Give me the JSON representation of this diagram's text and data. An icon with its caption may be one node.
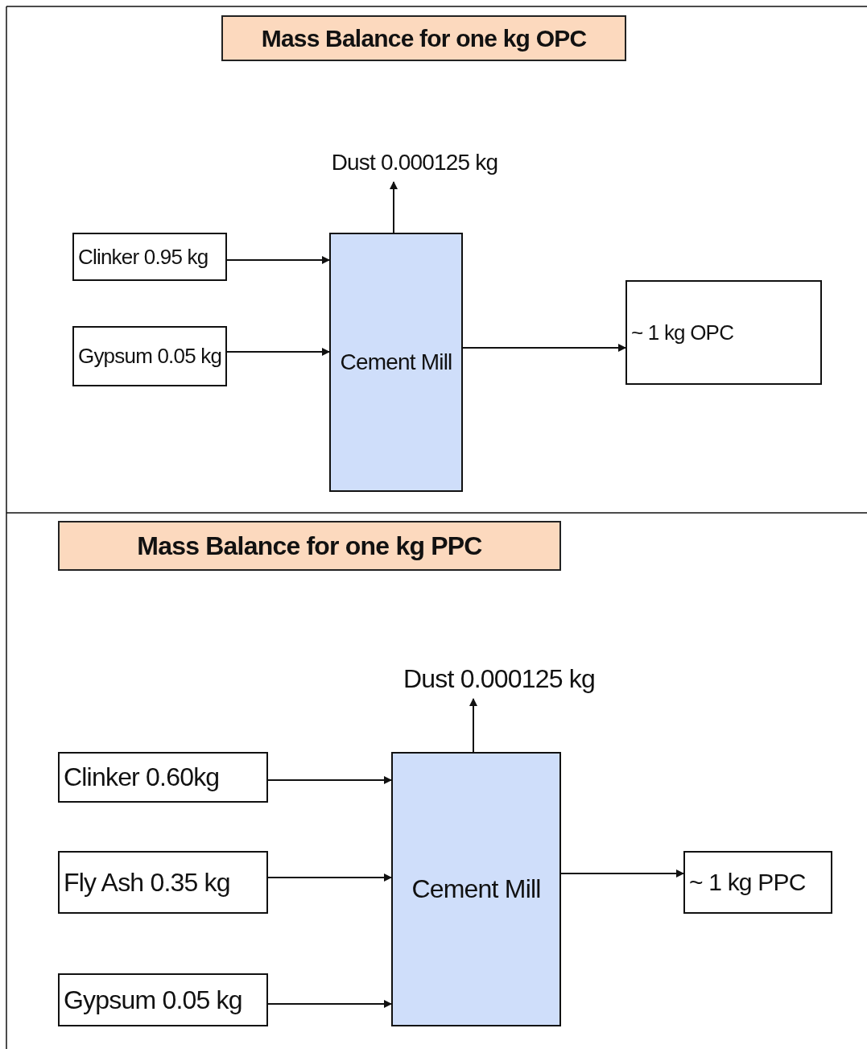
{
  "diagram": {
    "nodes": [
      {
        "text": [
          "Mass Balance for one kg OPC"
        ]
      },
      {
        "text": [
          "Clinker 0.95 kg"
        ]
      },
      {
        "text": [
          "Gypsum 0.05 kg"
        ]
      },
      {
        "text": [
          "Cement Mill"
        ]
      },
      {
        "text": [
          "~ 1 kg OPC"
        ]
      },
      {
        "text": [
          "Dust 0.000125 kg"
        ]
      },
      {
        "text": [
          "Mass Balance for one kg PPC"
        ]
      },
      {
        "text": [
          "Clinker 0.60kg"
        ]
      },
      {
        "text": [
          "Fly Ash 0.35 kg"
        ]
      },
      {
        "text": [
          "Gypsum 0.05 kg"
        ]
      },
      {
        "text": [
          "Cement Mill"
        ]
      },
      {
        "text": [
          "~ 1 kg PPC"
        ]
      },
      {
        "text": [
          "Dust 0.000125 kg"
        ]
      }
    ],
    "edges": [
      {
        "from": 1,
        "to": 3,
        "arrow": "to"
      },
      {
        "from": 2,
        "to": 3,
        "arrow": "to"
      },
      {
        "from": 3,
        "to": 4,
        "arrow": "to"
      },
      {
        "from": 3,
        "to": 5,
        "arrow": "to"
      },
      {
        "from": 7,
        "to": 10,
        "arrow": "to"
      },
      {
        "from": 8,
        "to": 10,
        "arrow": "to"
      },
      {
        "from": 9,
        "to": 10,
        "arrow": "to"
      },
      {
        "from": 10,
        "to": 11,
        "arrow": "to"
      },
      {
        "from": 10,
        "to": 12,
        "arrow": "to"
      }
    ]
  }
}
